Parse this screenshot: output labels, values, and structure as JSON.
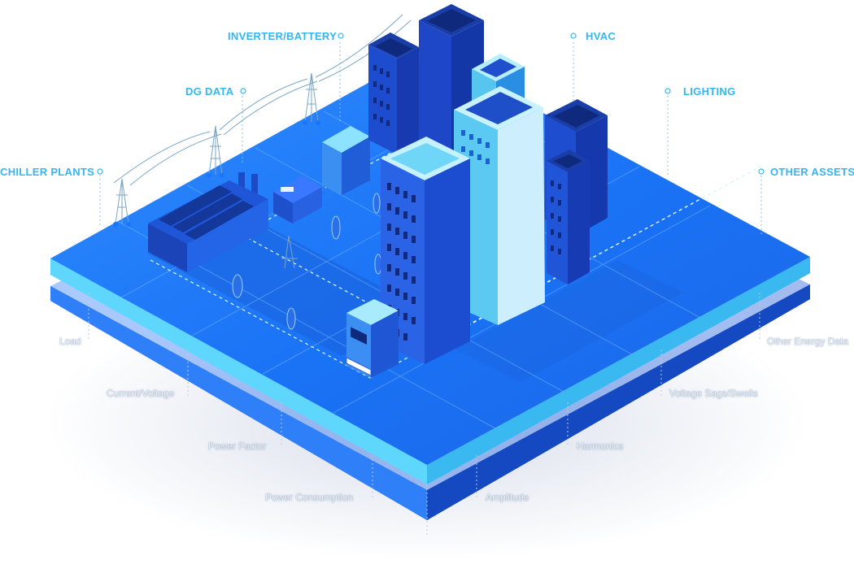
{
  "top_labels": {
    "inverter_battery": "INVERTER/BATTERY",
    "dg_data": "DG DATA",
    "chiller_plants": "CHILLER PLANTS",
    "hvac": "HVAC",
    "lighting": "LIGHTING",
    "other_assets": "OTHER ASSETS"
  },
  "bottom_labels": {
    "load": "Load",
    "current_voltage": "Current/Voltage",
    "power_factor": "Power Factor",
    "power_consumption": "Power Consumption",
    "other_energy_data": "Other Energy Data",
    "voltage_sags_swells": "Voltage Sags/Swells",
    "harmonics": "Harmonics",
    "amplitude": "Amplitude"
  },
  "colors": {
    "platform_top": "#1a7cff",
    "platform_edge": "#67e0ff",
    "platform_lower": "#1f6df0",
    "building_dark": "#1b46c8",
    "building_light": "#4cc8f2",
    "label_accent": "#35b6f0",
    "connector": "#7fb6d8"
  }
}
